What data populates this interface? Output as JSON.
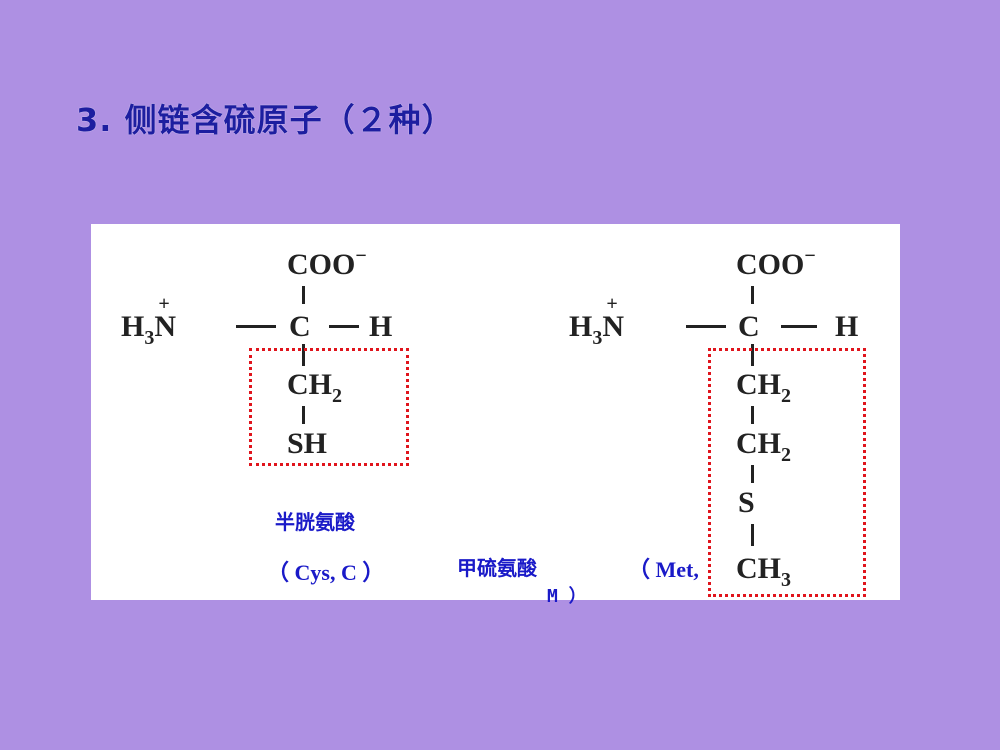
{
  "slide": {
    "title": "3.  侧链含硫原子（２种）",
    "background_color": "#ae90e3",
    "title_color": "#1d1ea0",
    "highlight_box_color": "#e0141c",
    "label_color": "#1a1ac8"
  },
  "cysteine": {
    "carboxyl": "COO",
    "charge_minus": "−",
    "amino_h": "H",
    "amino_sub": "3",
    "amino_n": "N",
    "charge_plus": "+",
    "alpha_c": "C",
    "alpha_h": "H",
    "side_chain": [
      {
        "atom": "CH",
        "sub": "2"
      },
      {
        "atom": "SH",
        "sub": ""
      }
    ],
    "name_cn": "半胱氨酸",
    "abbrev": "（ Cys, C ）"
  },
  "methionine": {
    "carboxyl": "COO",
    "charge_minus": "−",
    "amino_h": "H",
    "amino_sub": "3",
    "amino_n": "N",
    "charge_plus": "+",
    "alpha_c": "C",
    "alpha_h": "H",
    "side_chain": [
      {
        "atom": "CH",
        "sub": "2"
      },
      {
        "atom": "CH",
        "sub": "2"
      },
      {
        "atom": "S",
        "sub": ""
      },
      {
        "atom": "CH",
        "sub": "3"
      }
    ],
    "name_cn": "甲硫氨酸",
    "abbrev_line1": "（ Met,",
    "abbrev_line2": "M  ）"
  }
}
